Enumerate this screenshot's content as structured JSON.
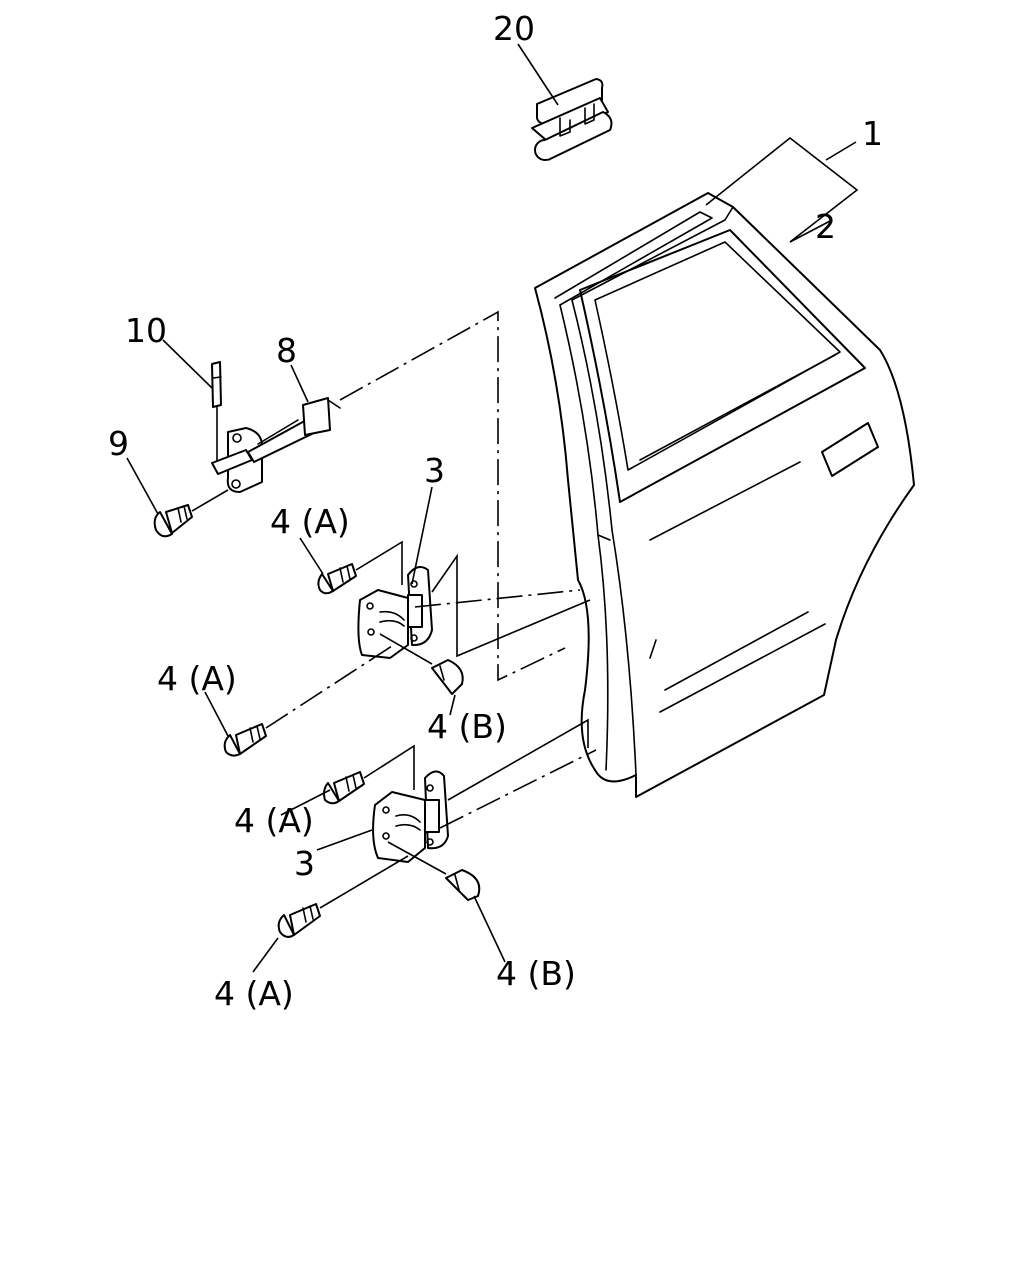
{
  "callouts": [
    {
      "id": "20",
      "text": "20"
    },
    {
      "id": "1",
      "text": "1"
    },
    {
      "id": "2",
      "text": "2"
    },
    {
      "id": "10",
      "text": "10"
    },
    {
      "id": "8",
      "text": "8"
    },
    {
      "id": "9",
      "text": "9"
    },
    {
      "id": "3_upper",
      "text": "3"
    },
    {
      "id": "4A_1",
      "text": "4 (A)"
    },
    {
      "id": "4A_2",
      "text": "4 (A)"
    },
    {
      "id": "4B_1",
      "text": "4 (B)"
    },
    {
      "id": "4A_3",
      "text": "4 (A)"
    },
    {
      "id": "3_lower",
      "text": "3"
    },
    {
      "id": "4B_2",
      "text": "4 (B)"
    },
    {
      "id": "4A_4",
      "text": "4 (A)"
    }
  ]
}
